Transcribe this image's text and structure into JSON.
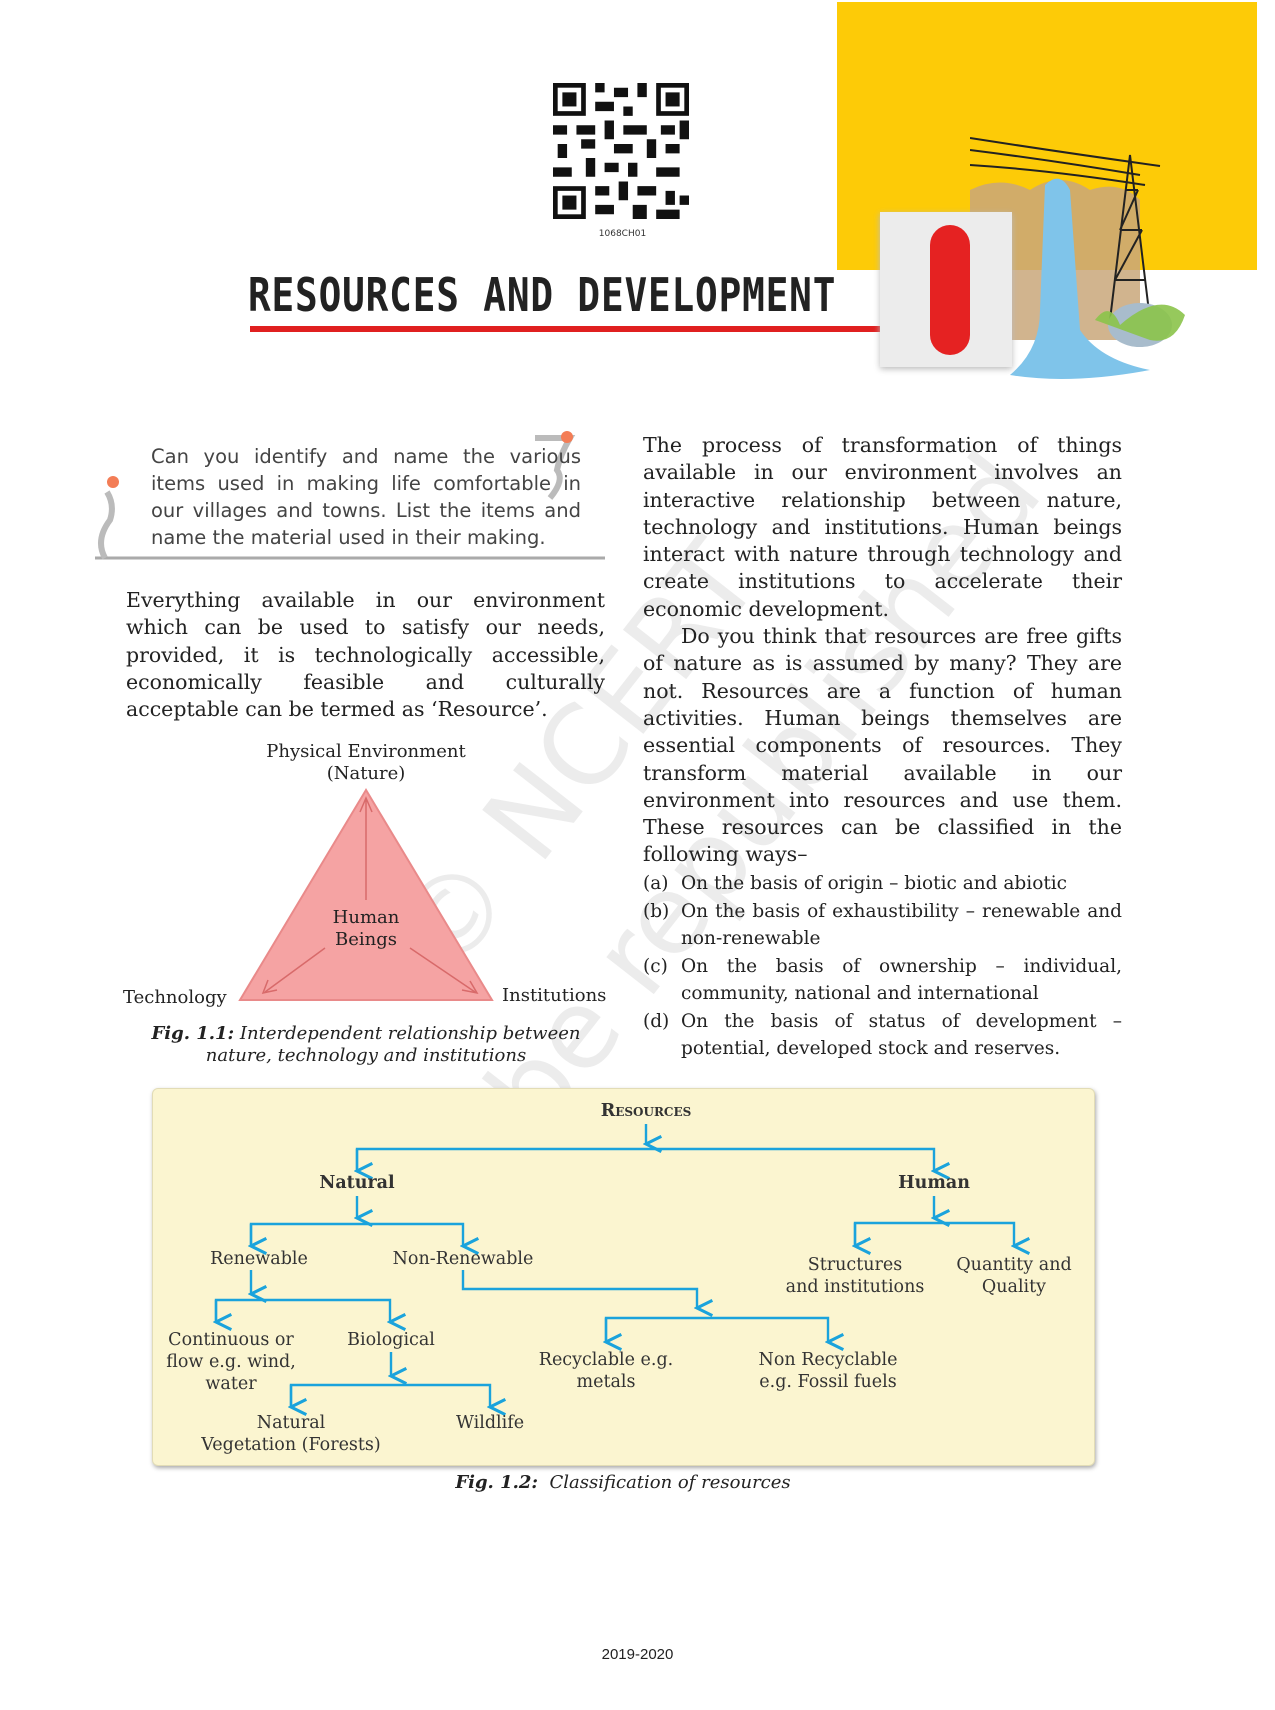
{
  "header": {
    "qr_code_label": "1068CH01",
    "chapter_title": "RESOURCES AND DEVELOPMENT",
    "chapter_number": "1"
  },
  "callout": {
    "text": "Can you identify and name the various items used in making life comfortable in our villages and towns. List the items and name the material used in their making."
  },
  "left_paragraph": "Everything available in our environment which can be used to satisfy our needs, provided, it is technologically accessible, economically feasible and culturally acceptable can be termed as ‘Resource’.",
  "fig1": {
    "top_label_1": "Physical Environment",
    "top_label_2": "(Nature)",
    "center_label_1": "Human",
    "center_label_2": "Beings",
    "left_label": "Technology",
    "right_label": "Institutions",
    "caption_prefix": "Fig. 1.1:",
    "caption_line1": "Interdependent relationship between",
    "caption_line2": "nature, technology and institutions"
  },
  "right_column": {
    "para1": "The process of transformation of things available in our environment involves an interactive relationship between nature, technology and institutions. Human beings interact with nature through technology and create institutions to accelerate their economic development.",
    "para2": "Do you think that resources are free gifts of nature as is assumed by many? They are not. Resources are a function of human activities. Human beings themselves are essential components of resources. They transform material available in our environment into resources and use them. These resources can be classified in the following ways–",
    "list": [
      {
        "marker": "(a)",
        "text": "On the basis of origin – biotic and abiotic"
      },
      {
        "marker": "(b)",
        "text": "On the basis of exhaustibility – renewable and non-renewable"
      },
      {
        "marker": "(c)",
        "text": "On the basis of ownership – individual, community, national and international"
      },
      {
        "marker": "(d)",
        "text": "On the basis of status of development – potential, developed stock and reserves."
      }
    ]
  },
  "fig2": {
    "nodes": {
      "resources": "Resources",
      "natural": "Natural",
      "human": "Human",
      "renewable": "Renewable",
      "non_renewable": "Non-Renewable",
      "continuous_1": "Continuous or",
      "continuous_2": "flow e.g. wind,",
      "continuous_3": "water",
      "biological": "Biological",
      "natural_veg_1": "Natural",
      "natural_veg_2": "Vegetation (Forests)",
      "wildlife": "Wildlife",
      "recyclable_1": "Recyclable e.g.",
      "recyclable_2": "metals",
      "non_recyclable_1": "Non Recyclable",
      "non_recyclable_2": "e.g. Fossil fuels",
      "structures_1": "Structures",
      "structures_2": "and institutions",
      "quantity_1": "Quantity and",
      "quantity_2": "Quality"
    },
    "caption_prefix": "Fig. 1.2:",
    "caption": "Classification of resources",
    "arrow_color": "#1aa3dc"
  },
  "watermark": {
    "line1": "© NCERT",
    "line2": "not to be republished"
  },
  "footer": {
    "year": "2019-2020"
  }
}
